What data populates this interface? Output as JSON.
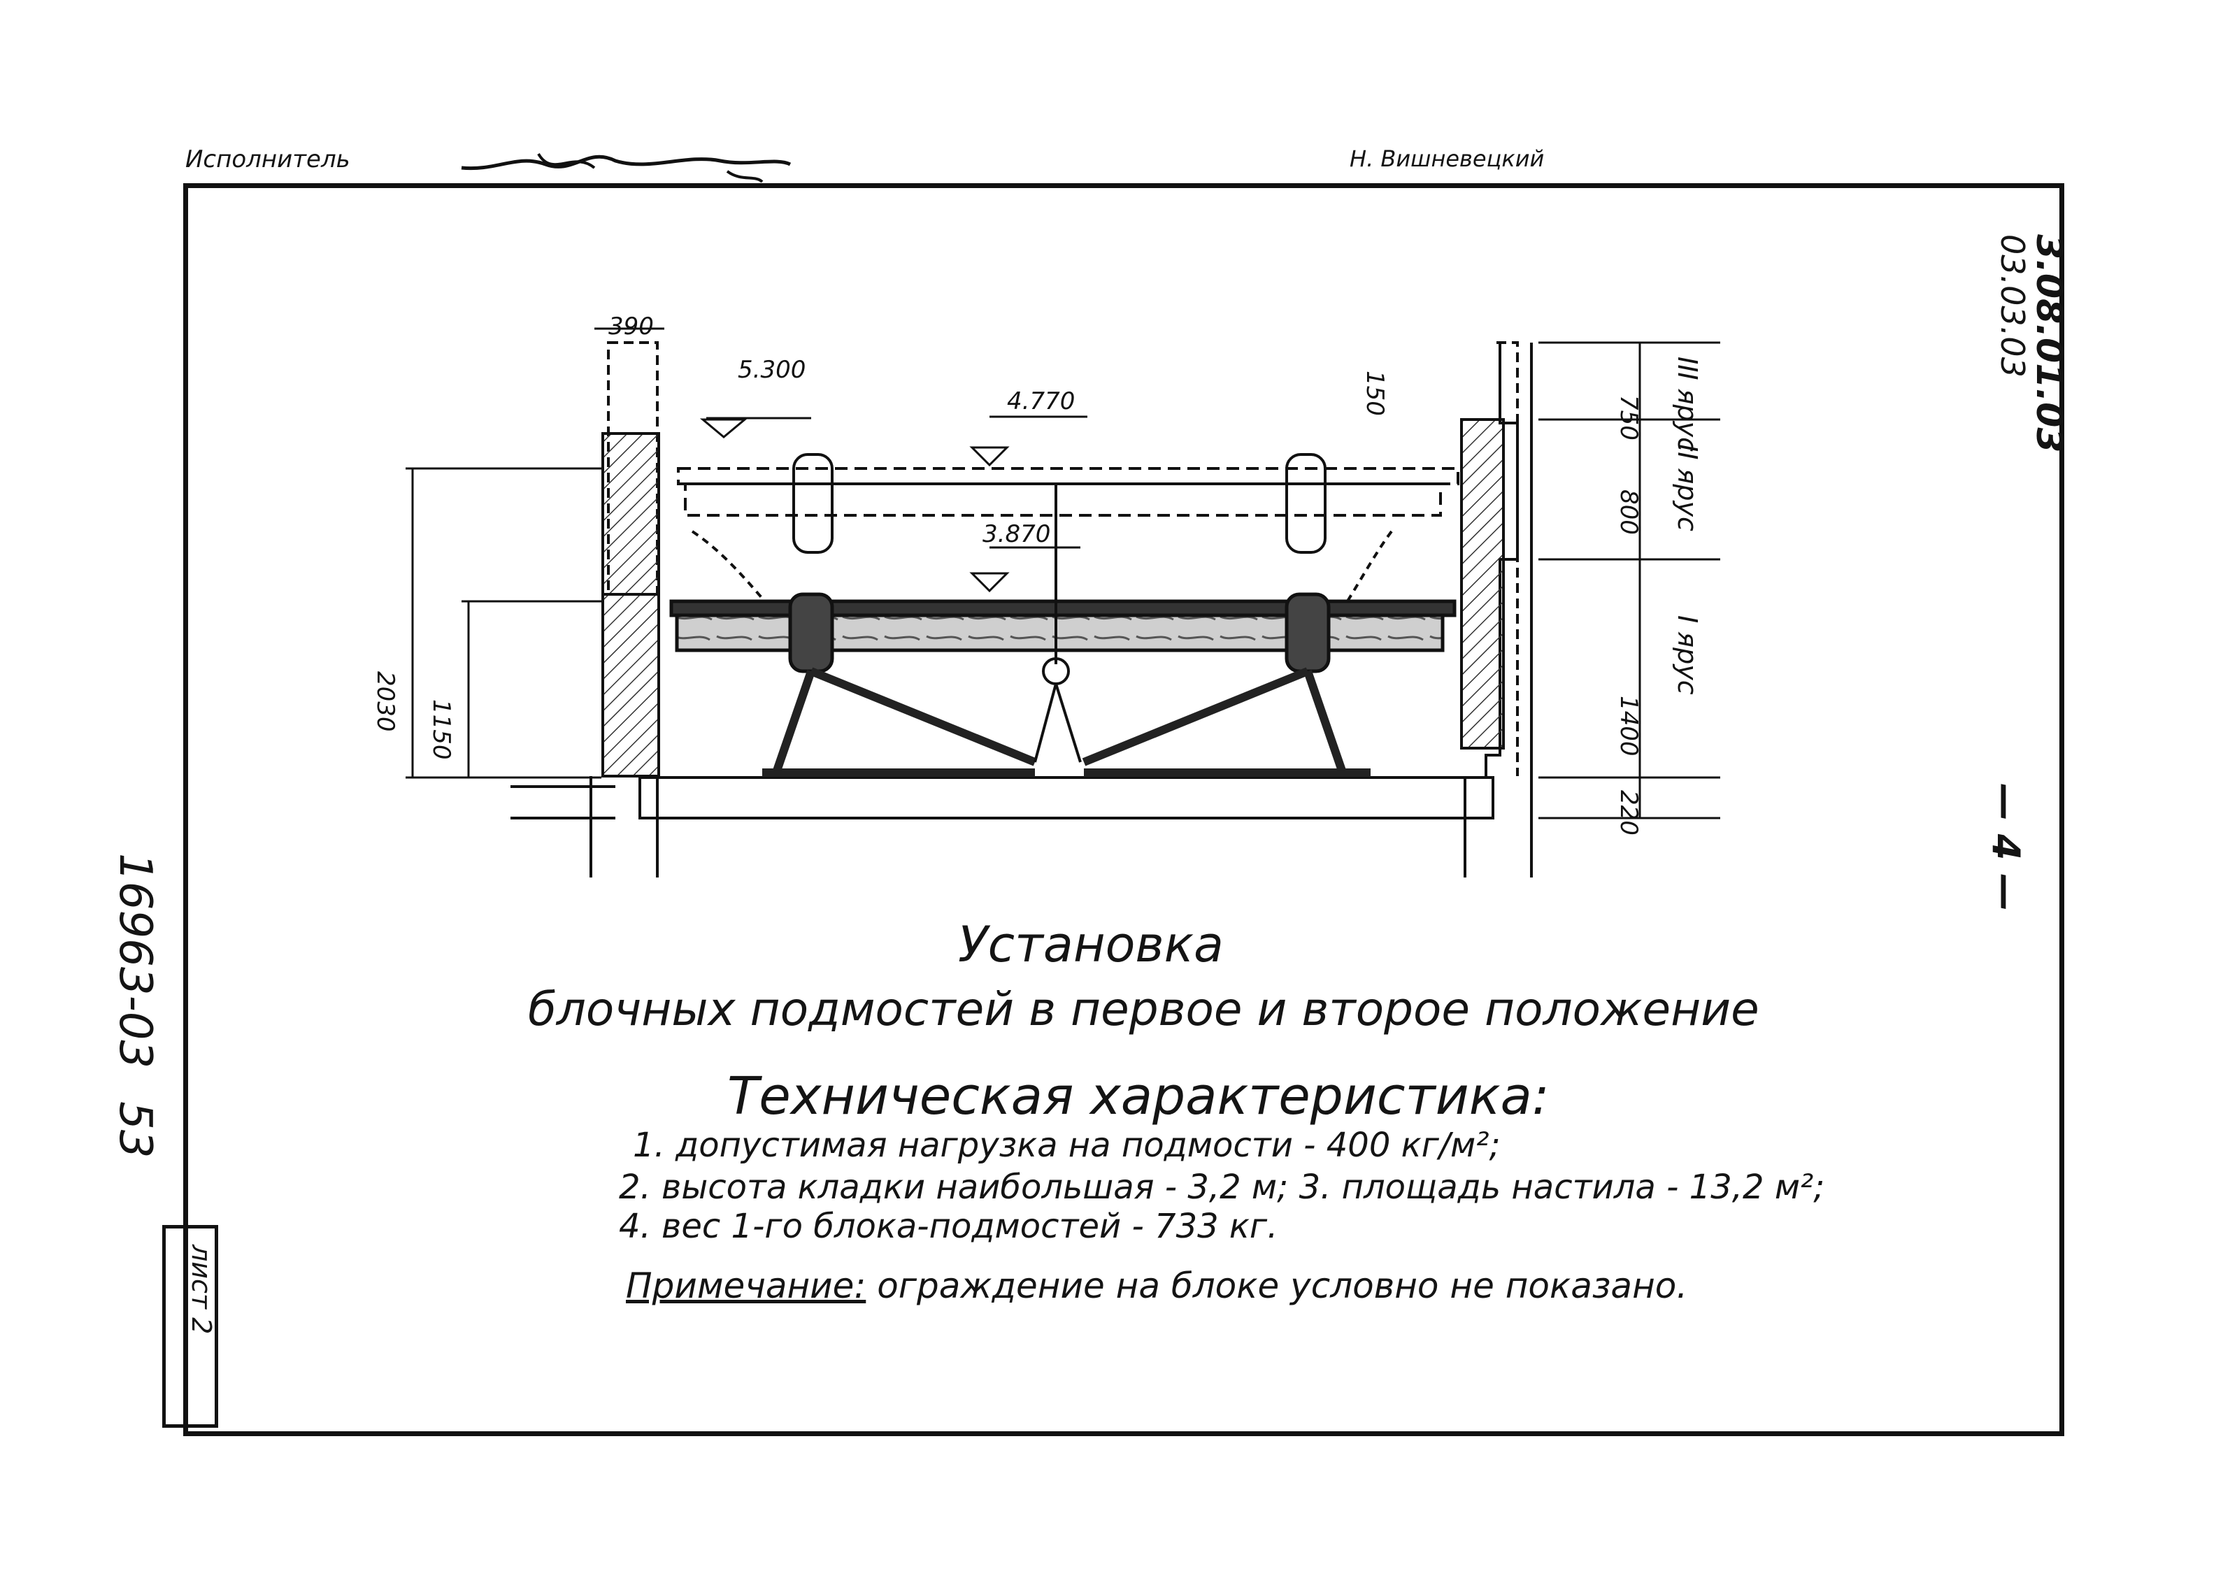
{
  "header": {
    "performer_label": "Исполнитель",
    "author_name": "Н. Вишневецкий"
  },
  "series": {
    "number": "3.08.01.03",
    "sub_number": "03.03.03",
    "page_mark": "— 4 —"
  },
  "archive": {
    "code": "16963-03",
    "page": "53"
  },
  "sheet": {
    "label": "лист 2"
  },
  "drawing": {
    "elevations": {
      "top": "5.300",
      "deck_upper": "4.770",
      "deck_lower": "3.870"
    },
    "dimensions": {
      "wall": "390",
      "gap_top": "150",
      "tier_top": "750",
      "tier2": "800",
      "tier1": "1400",
      "bottom": "220",
      "total_left": "2030",
      "lower_left": "1150"
    },
    "tier_labels": {
      "tier_top": "III ярус",
      "tier2": "II ярус",
      "tier1": "I ярус"
    }
  },
  "title": {
    "line1": "Установка",
    "line2": "блочных подмостей в первое и второе положение"
  },
  "specs": {
    "heading": "Техническая характеристика:",
    "items": [
      "1. допустимая нагрузка на подмости - 400 кг/м²;",
      "2. высота кладки наибольшая - 3,2 м;  3. площадь настила - 13,2 м²;",
      "4. вес 1-го блока-подмостей              - 733 кг."
    ]
  },
  "note": {
    "label": "Примечание:",
    "text": " ограждение на блоке условно не показано."
  }
}
